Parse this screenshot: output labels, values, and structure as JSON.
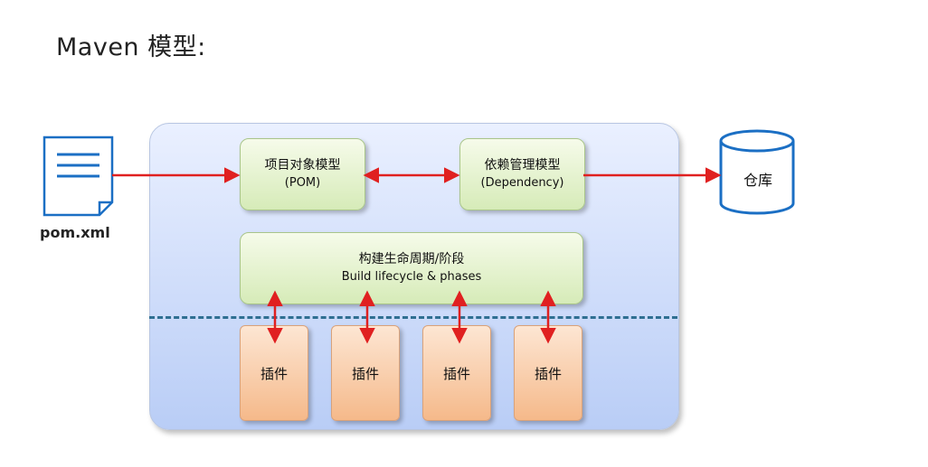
{
  "title": "Maven 模型:",
  "nodes": {
    "pom_file": {
      "label": "pom.xml",
      "icon": "document-icon"
    },
    "project_object_model": {
      "label": "项目对象模型",
      "sub": "(POM)"
    },
    "dependency_model": {
      "label": "依赖管理模型",
      "sub": "(Dependency)"
    },
    "lifecycle": {
      "label": "构建生命周期/阶段",
      "sub": "Build lifecycle & phases"
    },
    "repository": {
      "label": "仓库",
      "icon": "database-icon"
    },
    "plugins": [
      {
        "label": "插件"
      },
      {
        "label": "插件"
      },
      {
        "label": "插件"
      },
      {
        "label": "插件"
      }
    ]
  },
  "colors": {
    "arrow": "#e02020",
    "container": "#c7d7f8",
    "model_box": "#dcefc4",
    "plugin_box": "#f7c59d",
    "divider": "#2f6f92",
    "icon_stroke": "#1b6fc4"
  }
}
